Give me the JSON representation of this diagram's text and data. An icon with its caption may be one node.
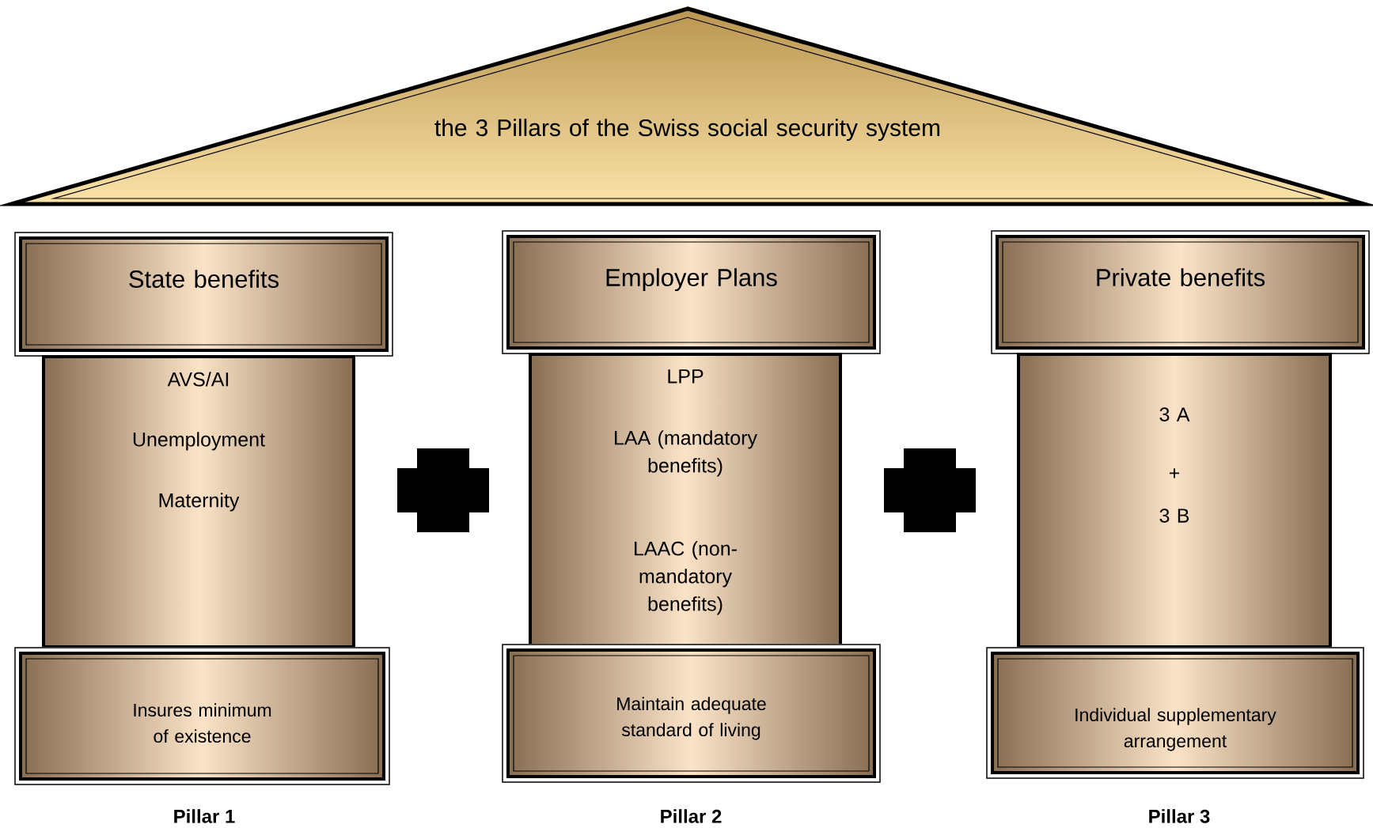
{
  "diagram": {
    "nodes": [
      {
        "text": [
          "the 3 Pillars of the Swiss social security system"
        ]
      },
      {
        "text": [
          "State benefits"
        ]
      },
      {
        "text": [
          "AVS/AI",
          "Unemployment",
          "Maternity"
        ]
      },
      {
        "text": [
          "Insures minimum of existence"
        ]
      },
      {
        "text": [
          "Employer Plans"
        ]
      },
      {
        "text": [
          "LPP",
          "LAA (mandatory benefits)",
          "LAAC (non-mandatory benefits)"
        ]
      },
      {
        "text": [
          "Maintain adequate standard of living"
        ]
      },
      {
        "text": [
          "Private benefits"
        ]
      },
      {
        "text": [
          "3 A",
          "+",
          "3 B"
        ]
      },
      {
        "text": [
          "Individual supplementary arrangement"
        ]
      }
    ],
    "edges": [],
    "labels": [
      "Pillar 1",
      "Pillar 2",
      "Pillar 3"
    ]
  }
}
